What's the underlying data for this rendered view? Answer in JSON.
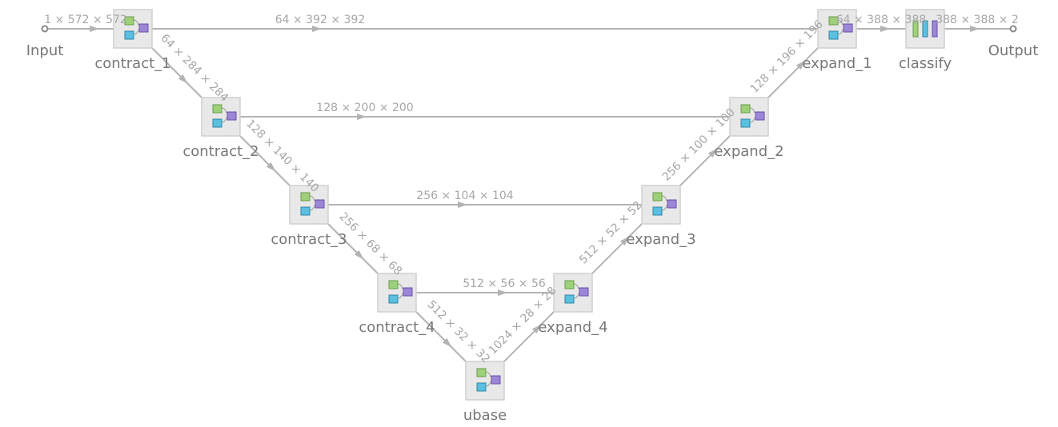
{
  "colors": {
    "edge": "#b3b3b3",
    "node_fill": "#e8e8e8",
    "label": "#777777",
    "dim_label": "#a6a6a6",
    "green": "#9ed07a",
    "blue": "#5bbfe0",
    "purple": "#9b87d6"
  },
  "ports": {
    "input": "Input",
    "output": "Output"
  },
  "nodes": {
    "contract_1": "contract_1",
    "contract_2": "contract_2",
    "contract_3": "contract_3",
    "contract_4": "contract_4",
    "ubase": "ubase",
    "expand_4": "expand_4",
    "expand_3": "expand_3",
    "expand_2": "expand_2",
    "expand_1": "expand_1",
    "classify": "classify"
  },
  "edges": {
    "input_to_contract_1": "1 × 572 × 572",
    "contract_1_to_contract_2": "64 × 284 × 284",
    "contract_2_to_contract_3": "128 × 140 × 140",
    "contract_3_to_contract_4": "256 × 68 × 68",
    "contract_4_to_ubase": "512 × 32 × 32",
    "ubase_to_expand_4": "1024 × 28 × 28",
    "expand_4_to_expand_3": "512 × 52 × 52",
    "expand_3_to_expand_2": "256 × 100 × 100",
    "expand_2_to_expand_1": "128 × 196 × 196",
    "expand_1_to_classify": "64 × 388 × 388",
    "classify_to_output": "388 × 388 × 2",
    "skip_1": "64 × 392 × 392",
    "skip_2": "128 × 200 × 200",
    "skip_3": "256 × 104 × 104",
    "skip_4": "512 × 56 × 56"
  }
}
